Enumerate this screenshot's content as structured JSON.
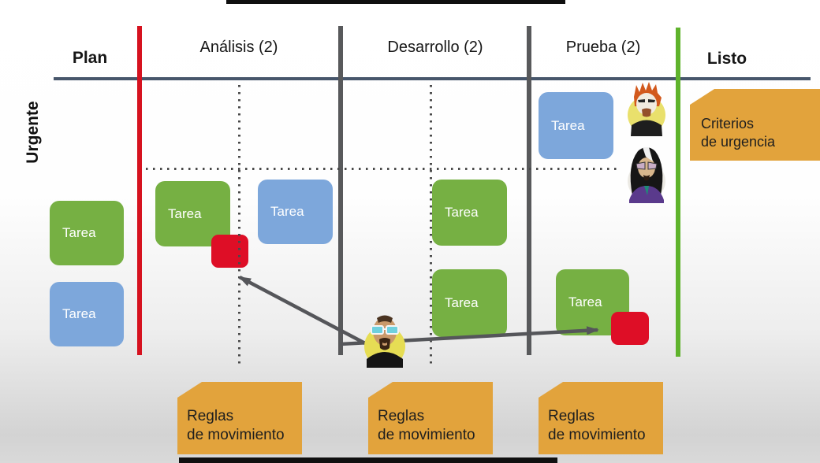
{
  "board": {
    "row_label": "Urgente",
    "columns": [
      {
        "id": "plan",
        "label": "Plan"
      },
      {
        "id": "analisis",
        "label": "Análisis (2)"
      },
      {
        "id": "desarrollo",
        "label": "Desarrollo (2)"
      },
      {
        "id": "prueba",
        "label": "Prueba (2)"
      },
      {
        "id": "listo",
        "label": "Listo"
      }
    ]
  },
  "cards": [
    {
      "label": "Tarea",
      "column": "Plan",
      "type": "green"
    },
    {
      "label": "Tarea",
      "column": "Plan",
      "type": "blue"
    },
    {
      "label": "Tarea",
      "column": "Análisis",
      "type": "green"
    },
    {
      "label": "Tarea",
      "column": "Análisis",
      "type": "blue"
    },
    {
      "label": "Tarea",
      "column": "Desarrollo",
      "type": "green"
    },
    {
      "label": "Tarea",
      "column": "Desarrollo",
      "type": "green"
    },
    {
      "label": "Tarea",
      "column": "Prueba",
      "type": "blue"
    },
    {
      "label": "Tarea",
      "column": "Prueba",
      "type": "green"
    }
  ],
  "blockers": [
    {
      "column": "Análisis"
    },
    {
      "column": "Prueba"
    }
  ],
  "notes": {
    "criteria": {
      "line1": "Criterios",
      "line2": "de urgencia"
    },
    "rules": [
      {
        "line1": "Reglas",
        "line2": "de movimiento"
      },
      {
        "line1": "Reglas",
        "line2": "de movimiento"
      },
      {
        "line1": "Reglas",
        "line2": "de movimiento"
      }
    ]
  },
  "avatars": [
    {
      "name": "tester-1"
    },
    {
      "name": "tester-2"
    },
    {
      "name": "developer"
    }
  ],
  "colors": {
    "card_green": "#76B043",
    "card_blue": "#7DA7DB",
    "blocker_red": "#DE0E26",
    "note_orange": "#E2A33C",
    "lane_red": "#D6121F",
    "lane_gray": "#58595B",
    "lane_green": "#5FB32C",
    "header_line": "#47566B"
  }
}
